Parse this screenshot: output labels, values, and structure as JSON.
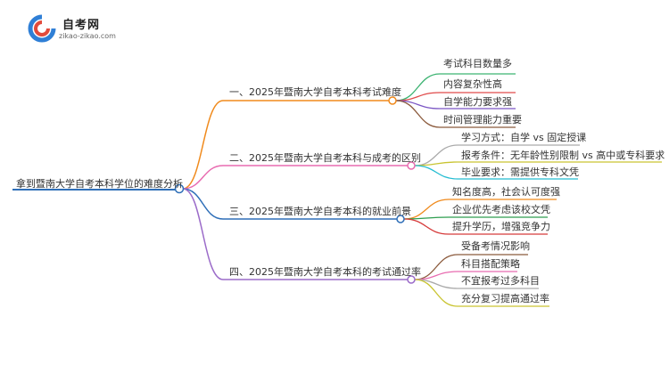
{
  "logo": {
    "title": "自考网",
    "subtitle": "zikao-zikao.com"
  },
  "root": {
    "label": "拿到暨南大学自考本科学位的难度分析"
  },
  "branches": [
    {
      "label": "一、2025年暨南大学自考本科考试难度",
      "color": "#f08a1c",
      "children": [
        {
          "label": "考试科目数量多",
          "color": "#3cb371"
        },
        {
          "label": "内容复杂性高",
          "color": "#e04a4a"
        },
        {
          "label": "自学能力要求强",
          "color": "#7a55c4"
        },
        {
          "label": "时间管理能力重要",
          "color": "#8b5a3c"
        }
      ]
    },
    {
      "label": "二、2025年暨南大学自考本科与成考的区别",
      "color": "#e86bb0",
      "children": [
        {
          "label": "学习方式：自学 vs 固定授课",
          "color": "#aaaaaa"
        },
        {
          "label": "报考条件：无年龄性别限制 vs 高中或专科要求",
          "color": "#c9c431"
        },
        {
          "label": "毕业要求：需提供专科文凭",
          "color": "#23bcd1"
        }
      ]
    },
    {
      "label": "三、2025年暨南大学自考本科的就业前景",
      "color": "#2f6fb8",
      "children": [
        {
          "label": "知名度高，社会认可度强",
          "color": "#f08a1c"
        },
        {
          "label": "企业优先考虑该校文凭",
          "color": "#2e9e4f"
        },
        {
          "label": "提升学历，增强竞争力",
          "color": "#d63b3b"
        }
      ]
    },
    {
      "label": "四、2025年暨南大学自考本科的考试通过率",
      "color": "#9b6bc9",
      "children": [
        {
          "label": "受备考情况影响",
          "color": "#8b5a3c"
        },
        {
          "label": "科目搭配策略",
          "color": "#e86bb0"
        },
        {
          "label": "不宜报考过多科目",
          "color": "#aaaaaa"
        },
        {
          "label": "充分复习提高通过率",
          "color": "#c9c431"
        }
      ]
    }
  ]
}
